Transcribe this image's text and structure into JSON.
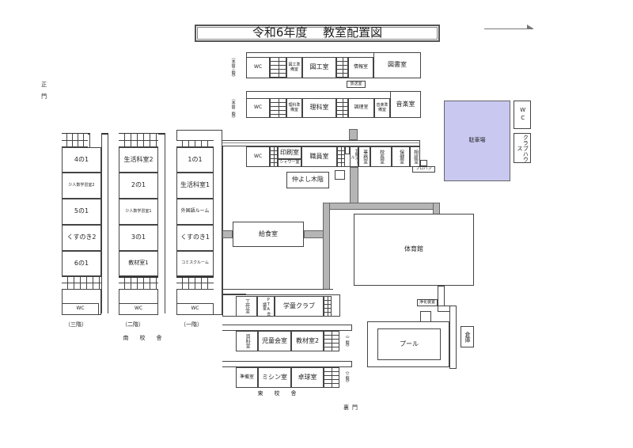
{
  "title": "令和6年度　 教室配置図",
  "labels": {
    "main_gate": "正門",
    "back_gate": "裏門",
    "south_building": "南　　校　　舎",
    "east_building": "東　　校　　舎",
    "floor_3": "（三階）",
    "floor_2": "（二階）",
    "floor_1": "（一階）",
    "honkan_3f": "（本館三階）",
    "honkan_2f": "（本館二階）",
    "east_2f": "（二階）",
    "east_3f": "（三階）"
  },
  "honkan_3f": {
    "wc": "WC",
    "zuko_prep": "図工準備室",
    "zuko": "図工室",
    "joho": "情報室",
    "tosho": "図書室",
    "hoso": "放送室"
  },
  "honkan_2f": {
    "wc": "WC",
    "rika_prep": "理科準備室",
    "rika": "理科室",
    "chori": "調理室",
    "ongaku_prep": "音楽準備室",
    "ongaku": "音楽室"
  },
  "honkan_1f": {
    "wc": "WC",
    "insatsu": "印刷室",
    "shower": "シャワー室",
    "shokuin": "職員室",
    "genkan": "玄関ホール",
    "jimu": "事務室",
    "kocho": "校長室",
    "hoken": "保健室",
    "sodan": "相談室",
    "propane": "プロパン",
    "nakayoshi": "仲よし木陰"
  },
  "south_3f": [
    "4の1",
    "少人数学習室2",
    "5の1",
    "くすのき2",
    "6の1"
  ],
  "south_2f": [
    "生活科室2",
    "2の1",
    "少人数学習室1",
    "3の1",
    "教材室1"
  ],
  "south_1f": [
    "1の1",
    "生活科室1",
    "外国語ルーム",
    "くすのき1",
    "コミスクルーム"
  ],
  "south_wc": "WC",
  "kyushoku": "給食室",
  "east_1f": {
    "kosaku": "工作室",
    "pta": "PTA会議室",
    "gakudo": "学童クラブ"
  },
  "east_2f": {
    "shiryo": "資料室",
    "jidokai": "児童会室",
    "kyozai2": "教材室2"
  },
  "east_3f": {
    "junbi": "準備室",
    "mishin": "ミシン室",
    "takkyu": "卓球室"
  },
  "taiikukan": "体育館",
  "pool": "プール",
  "joka": "浄化装置",
  "soko": "倉庫",
  "parking": "駐車場",
  "wc_out": "WC",
  "clubhouse": "クラブハウス",
  "colors": {
    "parking": "#c8c8f0",
    "corridor": "#b5b5b5",
    "line": "#444444"
  }
}
